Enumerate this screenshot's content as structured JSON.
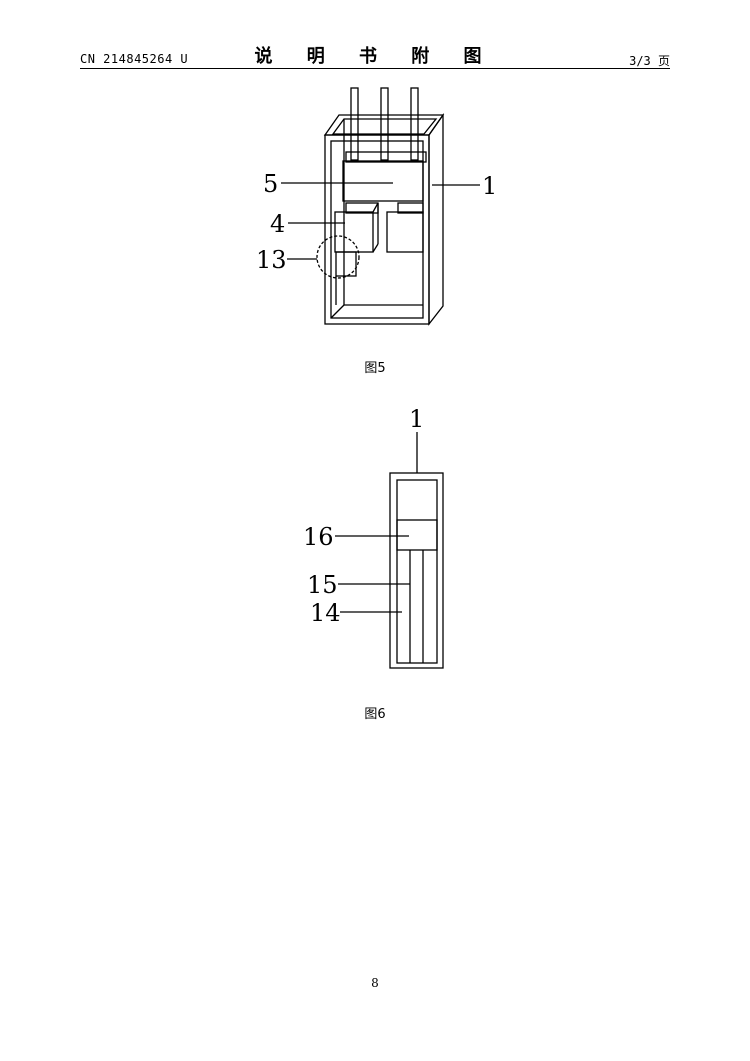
{
  "header": {
    "patent_no": "CN 214845264 U",
    "title": "说 明 书 附 图",
    "page_of": "3/3 页"
  },
  "figure5": {
    "caption": "图5",
    "labels": {
      "five": "5",
      "one": "1",
      "four": "4",
      "thirteen": "13"
    }
  },
  "figure6": {
    "caption": "图6",
    "labels": {
      "one": "1",
      "sixteen": "16",
      "fifteen": "15",
      "fourteen": "14"
    }
  },
  "footer": {
    "page_number": "8"
  }
}
